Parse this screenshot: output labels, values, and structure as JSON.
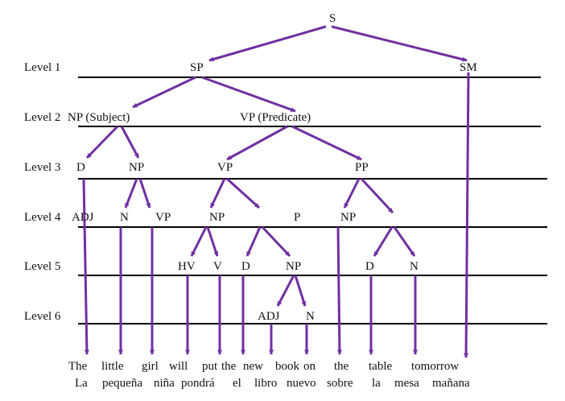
{
  "levels": [
    "Level 1",
    "Level 2",
    "Level 3",
    "Level 4",
    "Level 5",
    "Level 6"
  ],
  "nodes": {
    "s": "S",
    "sp": "SP",
    "sm": "SM",
    "np_subject": "NP (Subject)",
    "vp_predicate": "VP (Predicate)",
    "d_l3": "D",
    "np_l3": "NP",
    "vp_l3": "VP",
    "pp_l3": "PP",
    "adj_l4": "ADJ",
    "n_l4": "N",
    "vp_l4": "VP",
    "np_l4a": "NP",
    "p_l4": "P",
    "np_l4b": "NP",
    "hv_l5": "HV",
    "v_l5": "V",
    "d_l5a": "D",
    "np_l5": "NP",
    "d_l5b": "D",
    "n_l5": "N",
    "adj_l6": "ADJ",
    "n_l6": "N"
  },
  "english": [
    "The",
    "little",
    "girl",
    "will",
    "put",
    "the",
    "new",
    "book",
    "on",
    "the",
    "table",
    "tomorrow"
  ],
  "spanish": [
    "La",
    "pequeña",
    "niña",
    "pondrá",
    "el",
    "libro",
    "nuevo",
    "sobre",
    "la",
    "mesa",
    "mañana"
  ],
  "colors": {
    "arrow": "#7030A0",
    "rule": "#000000",
    "text": "#111111"
  }
}
